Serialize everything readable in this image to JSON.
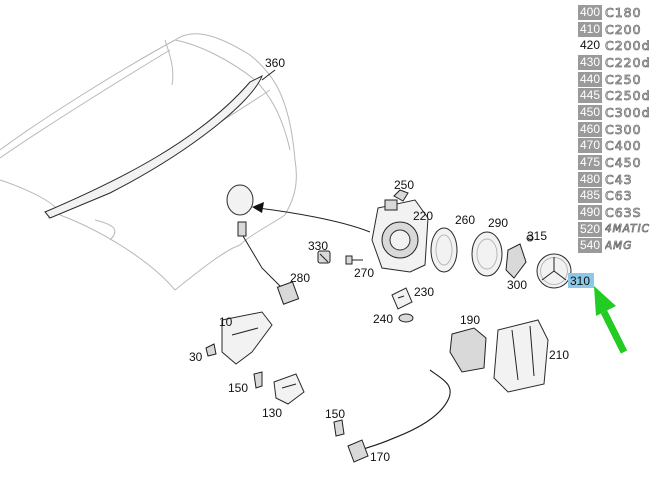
{
  "callouts": [
    {
      "id": "c360",
      "text": "360"
    },
    {
      "id": "c250",
      "text": "250"
    },
    {
      "id": "c220",
      "text": "220"
    },
    {
      "id": "c260",
      "text": "260"
    },
    {
      "id": "c290",
      "text": "290"
    },
    {
      "id": "c315",
      "text": "315"
    },
    {
      "id": "c330",
      "text": "330"
    },
    {
      "id": "c270",
      "text": "270"
    },
    {
      "id": "c280",
      "text": "280"
    },
    {
      "id": "c300",
      "text": "300"
    },
    {
      "id": "c230",
      "text": "230"
    },
    {
      "id": "c240",
      "text": "240"
    },
    {
      "id": "c10",
      "text": "10"
    },
    {
      "id": "c30",
      "text": "30"
    },
    {
      "id": "c190",
      "text": "190"
    },
    {
      "id": "c210",
      "text": "210"
    },
    {
      "id": "c150a",
      "text": "150"
    },
    {
      "id": "c130",
      "text": "130"
    },
    {
      "id": "c150b",
      "text": "150"
    },
    {
      "id": "c170",
      "text": "170"
    }
  ],
  "highlight": {
    "text": "310",
    "color": "#8cc8e8"
  },
  "arrow_color": "#22cc22",
  "legend": [
    {
      "num": "400",
      "model": "C180"
    },
    {
      "num": "410",
      "model": "C200"
    },
    {
      "num": "420",
      "model": "C200d"
    },
    {
      "num": "430",
      "model": "C220d"
    },
    {
      "num": "440",
      "model": "C250"
    },
    {
      "num": "445",
      "model": "C250d"
    },
    {
      "num": "450",
      "model": "C300d"
    },
    {
      "num": "460",
      "model": "C300"
    },
    {
      "num": "470",
      "model": "C400"
    },
    {
      "num": "475",
      "model": "C450"
    },
    {
      "num": "480",
      "model": "C43"
    },
    {
      "num": "485",
      "model": "C63"
    },
    {
      "num": "490",
      "model": "C63S"
    },
    {
      "num": "520",
      "model": "4MATIC"
    },
    {
      "num": "540",
      "model": "AMG"
    }
  ]
}
